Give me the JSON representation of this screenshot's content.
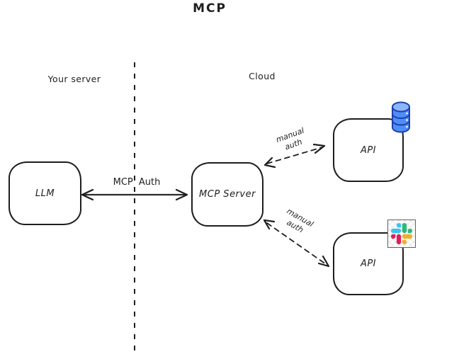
{
  "diagram": {
    "title": "MCP",
    "regions": {
      "left_label": "Your server",
      "right_label": "Cloud"
    },
    "nodes": {
      "llm": {
        "label": "LLM"
      },
      "mcp_server": {
        "label": "MCP Server"
      },
      "api_db": {
        "label": "API",
        "icon": "database-icon"
      },
      "api_slack": {
        "label": "API",
        "icon": "slack-icon"
      }
    },
    "edges": {
      "llm_mcp": {
        "label": "MCP Auth",
        "style": "solid",
        "bidirectional": true
      },
      "mcp_api_db": {
        "label": "manual auth",
        "style": "dashed",
        "bidirectional": true
      },
      "mcp_api_slack": {
        "label": "manual auth",
        "style": "dashed",
        "bidirectional": true
      }
    },
    "colors": {
      "stroke": "#1e1e1e",
      "database_fill": "#4f8df7",
      "database_top": "#8cb6fb",
      "database_stroke": "#1e40af",
      "slack_blue": "#36C5F0",
      "slack_green": "#2EB67D",
      "slack_red": "#E01E5A",
      "slack_yellow": "#ECB22E"
    }
  }
}
